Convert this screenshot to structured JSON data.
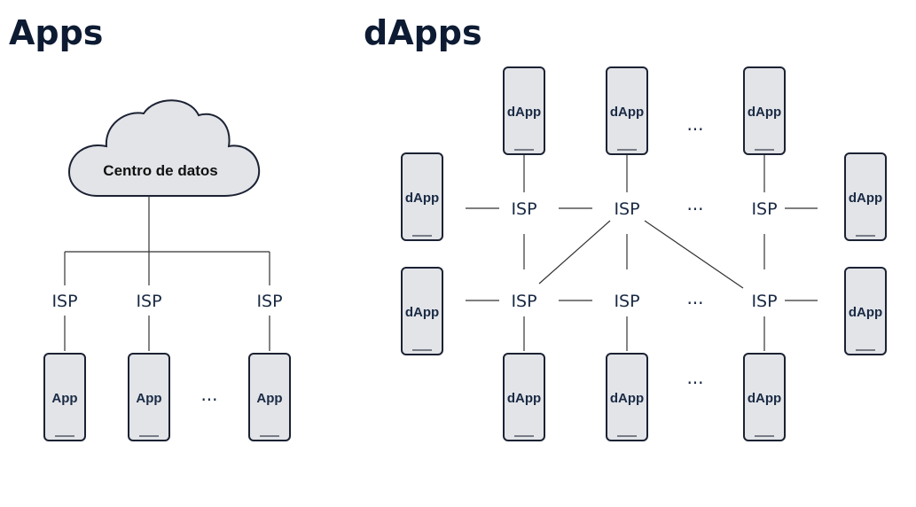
{
  "apps_section": {
    "title": "Apps",
    "cloud_label": "Centro de datos",
    "isp_label": "ISP",
    "app_label": "App",
    "ellipsis": "..."
  },
  "dapps_section": {
    "title": "dApps",
    "isp_label": "ISP",
    "dapp_label": "dApp",
    "ellipsis": "..."
  },
  "colors": {
    "title": "#0d1b33",
    "device_fill": "#e2e4e8",
    "cloud_fill": "#e2e4e8",
    "stroke": "#1c2233"
  }
}
